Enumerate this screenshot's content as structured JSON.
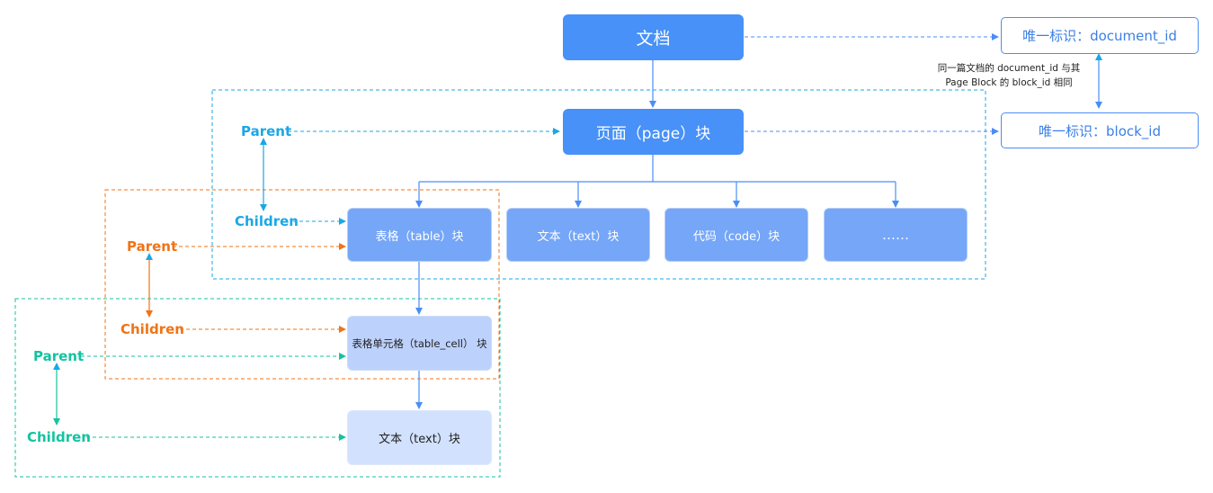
{
  "nodes": {
    "document": "文档",
    "page": "页面（page）块",
    "table": "表格（table）块",
    "text": "文本（text）块",
    "code": "代码（code）块",
    "more": "……",
    "table_cell": "表格单元格（table_cell） 块",
    "text_child": "文本（text）块"
  },
  "ids": {
    "document_id": "唯一标识：document_id",
    "block_id": "唯一标识：block_id"
  },
  "note": {
    "line1": "同一篇文档的 document_id 与其",
    "line2": "Page Block 的 block_id 相同"
  },
  "labels": {
    "parent": "Parent",
    "children": "Children"
  },
  "colors": {
    "primary_block": "#4791f8",
    "blue_label": "#1aa7e6",
    "orange_label": "#f07316",
    "green_label": "#14c3a0",
    "arrow": "#4a8ef5"
  }
}
